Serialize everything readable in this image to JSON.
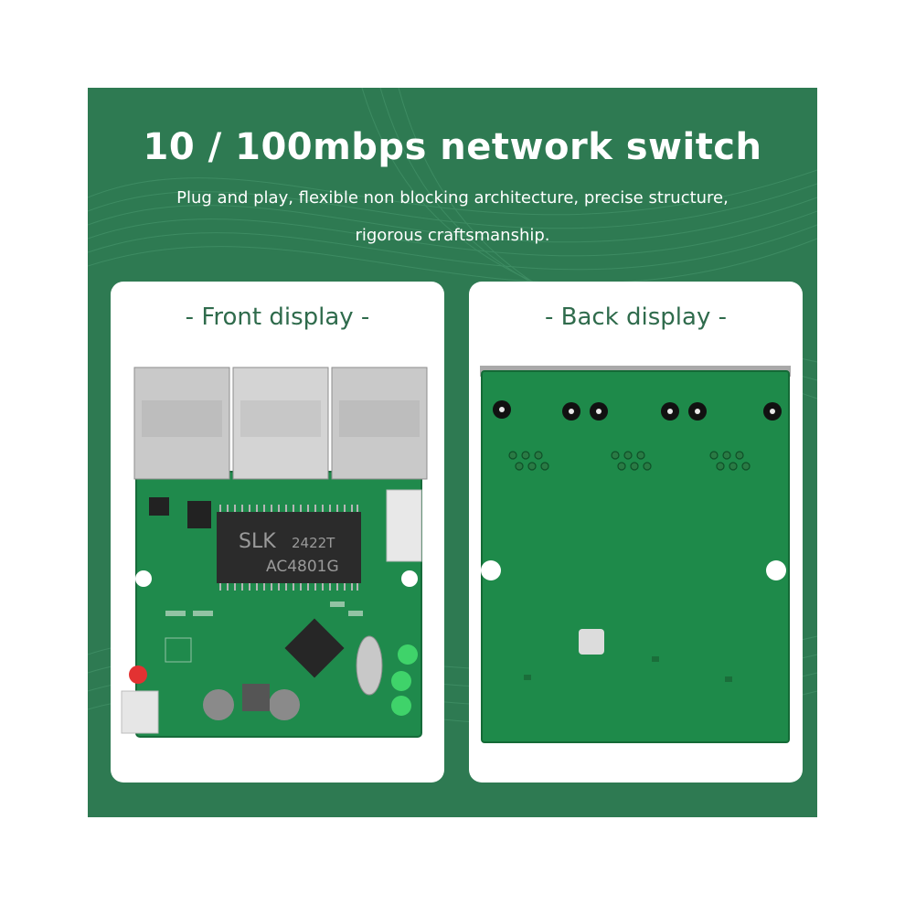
{
  "banner": {
    "title": "10 / 100mbps network switch",
    "subtitle_line1": "Plug and play, flexible non blocking architecture, precise structure,",
    "subtitle_line2": "rigorous craftsmanship.",
    "background_color": "#2e7a52"
  },
  "front": {
    "label": "- Front display -",
    "chip_line1": "SLK",
    "chip_line1b": "2422T",
    "chip_line2": "AC4801G"
  },
  "back": {
    "label": "- Back display -"
  }
}
